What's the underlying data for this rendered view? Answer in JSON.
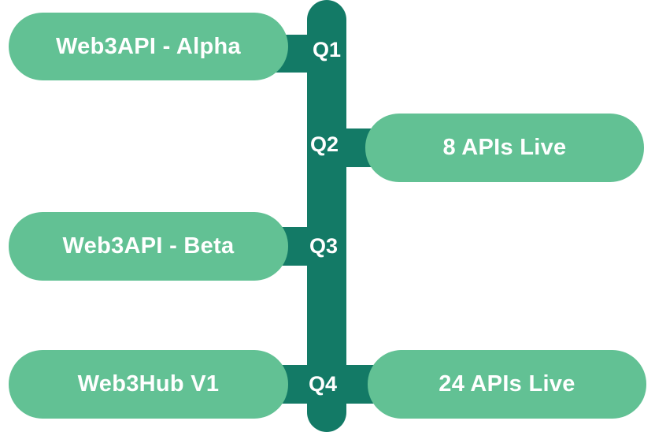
{
  "colors": {
    "spine": "#137a66",
    "pill": "#62c194",
    "text": "#ffffff"
  },
  "roadmap": {
    "q1": {
      "label": "Q1",
      "milestone": "Web3API - Alpha"
    },
    "q2": {
      "label": "Q2",
      "milestone": "8 APIs Live"
    },
    "q3": {
      "label": "Q3",
      "milestone": "Web3API - Beta"
    },
    "q4": {
      "label": "Q4",
      "milestone_left": "Web3Hub V1",
      "milestone_right": "24 APIs Live"
    }
  }
}
